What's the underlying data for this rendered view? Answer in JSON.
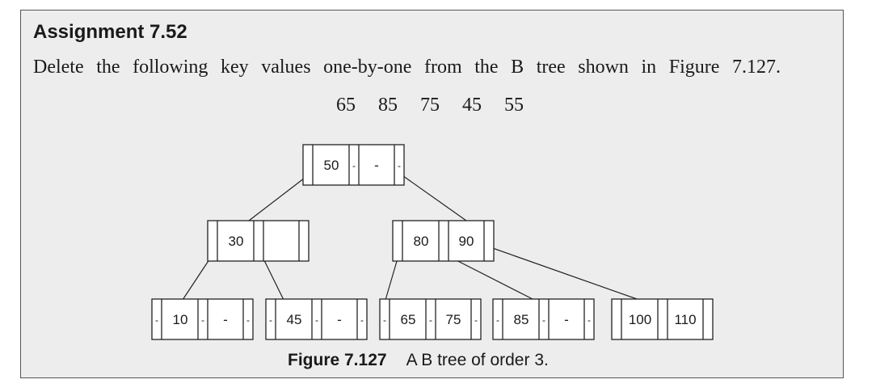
{
  "heading": "Assignment 7.52",
  "instruction": "Delete the following key values one-by-one from the B tree shown in Figure 7.127.",
  "keys": [
    "65",
    "85",
    "75",
    "45",
    "55"
  ],
  "tree": {
    "root": [
      "50",
      "-"
    ],
    "level1": [
      [
        "30",
        ""
      ],
      [
        "80",
        "90"
      ]
    ],
    "leaves": [
      [
        "10",
        "-"
      ],
      [
        "45",
        "-"
      ],
      [
        "65",
        "75"
      ],
      [
        "85",
        "-"
      ],
      [
        "100",
        "110"
      ]
    ]
  },
  "caption": {
    "label": "Figure 7.127",
    "text": "A B tree of order 3."
  }
}
